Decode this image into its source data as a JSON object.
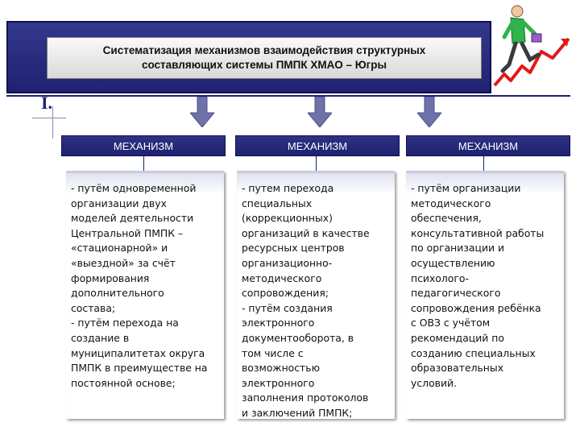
{
  "header": {
    "title": "Систематизация механизмов взаимодействия структурных\nсоставляющих системы ПМПК ХМАО – Югры",
    "section_number": "I."
  },
  "columns": [
    {
      "heading": "МЕХАНИЗМ",
      "text": "  -  путём одновременной\nорганизации двух\nмоделей деятельности\nЦентральной ПМПК –\n«стационарной» и\n«выездной» за счёт\nформирования\nдополнительного\nсостава;\n  - путём перехода на\nсоздание в\nмуниципалитетах округа\nПМПК в преимуществе на\nпостоянной основе;"
    },
    {
      "heading": "МЕХАНИЗМ",
      "text": "   - путем перехода\nспециальных\n(коррекционных)\nорганизаций в качестве\nресурсных центров\nорганизационно-\nметодического\nсопровождения;\n   - путём создания\nэлектронного\nдокументооборота, в\nтом числе с\nвозможностью\nэлектронного\nзаполнения протоколов\nи заключений ПМПК;"
    },
    {
      "heading": "МЕХАНИЗМ",
      "text": "  - путём организации\nметодического\nобеспечения,\nконсультативной работы\nпо организации и\nосуществлению\nпсихолого-\nпедагогического\nсопровождения ребёнка\nс ОВЗ с учётом\nрекомендаций по\nсозданию специальных\nобразовательных\nусловий."
    }
  ],
  "colors": {
    "navy": "#1f2270",
    "arrow": "#6d73a8",
    "trend_line": "#e01a1a",
    "figure_shirt": "#2fb34a"
  },
  "icons": [
    "down-arrow-icon",
    "walking-man-with-briefcase-icon"
  ]
}
